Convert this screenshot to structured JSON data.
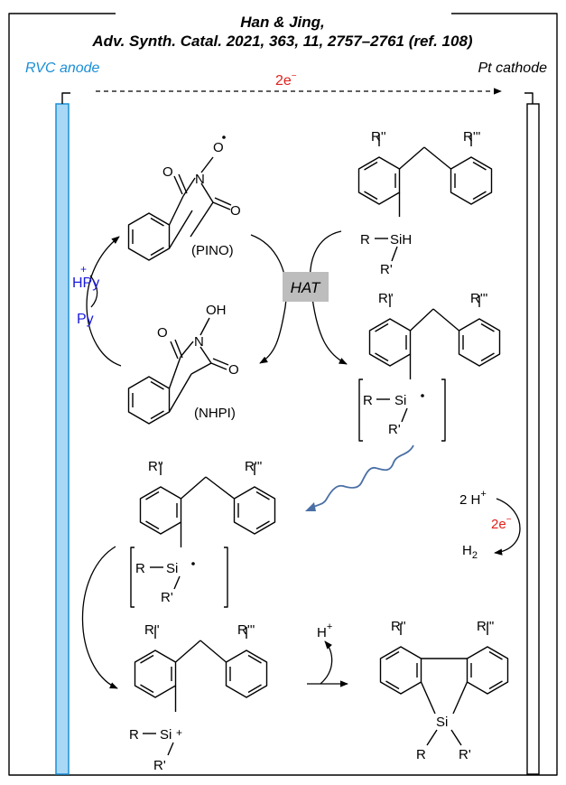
{
  "header": {
    "line1": "Han & Jing,",
    "line2": "Adv. Synth. Catal. 2021, 363, 11, 2757–2761 (ref. 108)"
  },
  "electrodes": {
    "anode_label": "RVC anode",
    "cathode_label": "Pt cathode",
    "electron_flow_label": "2e",
    "electron_flow_sup": "−",
    "anode_color": "#a8d8f5",
    "anode_label_color": "#1b8fd6"
  },
  "pino": {
    "name": "(PINO)",
    "n": "N",
    "o_radical": "O",
    "o_top": "O",
    "o_bottom": "O"
  },
  "nhpi": {
    "name": "(NHPI)",
    "n": "N",
    "oh": "OH",
    "o_top": "O",
    "o_bottom": "O"
  },
  "pyridine": {
    "hpy": "HPy",
    "hpy_sup": "+",
    "py": "Py",
    "color": "#1a1adc"
  },
  "hat": {
    "label": "HAT",
    "box_color": "#bdbdbd"
  },
  "substituents": {
    "r2": "R''",
    "r3": "R'''",
    "r": "R",
    "r_prime": "R'",
    "sih": "SiH",
    "si": "Si",
    "si_cation": "Si",
    "plus": "+"
  },
  "cathode_reaction": {
    "h_plus": "2 H",
    "h_plus_sup": "+",
    "electrons": "2e",
    "electrons_sup": "−",
    "h2": "H",
    "h2_sub": "2"
  },
  "release": {
    "h": "H",
    "sup": "+"
  },
  "colors": {
    "accent_red": "#e0201b",
    "wavy_blue": "#4a6fa5"
  }
}
